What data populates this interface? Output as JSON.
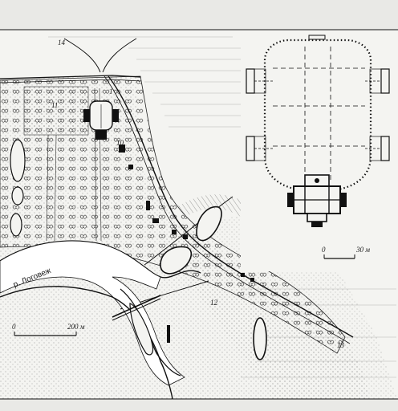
{
  "labels": {
    "river": "р. Логовеж",
    "n14": "14",
    "n11": "11",
    "n10": "10",
    "n12": "12",
    "n13": "13",
    "n1": "1"
  },
  "scale_site": {
    "zero": "0",
    "value": "200 м"
  },
  "scale_plan": {
    "zero": "0",
    "value": "30 м"
  },
  "colors": {
    "ink": "#1a1a1a",
    "paper": "#f4f4f1",
    "page": "#e9e9e6"
  }
}
